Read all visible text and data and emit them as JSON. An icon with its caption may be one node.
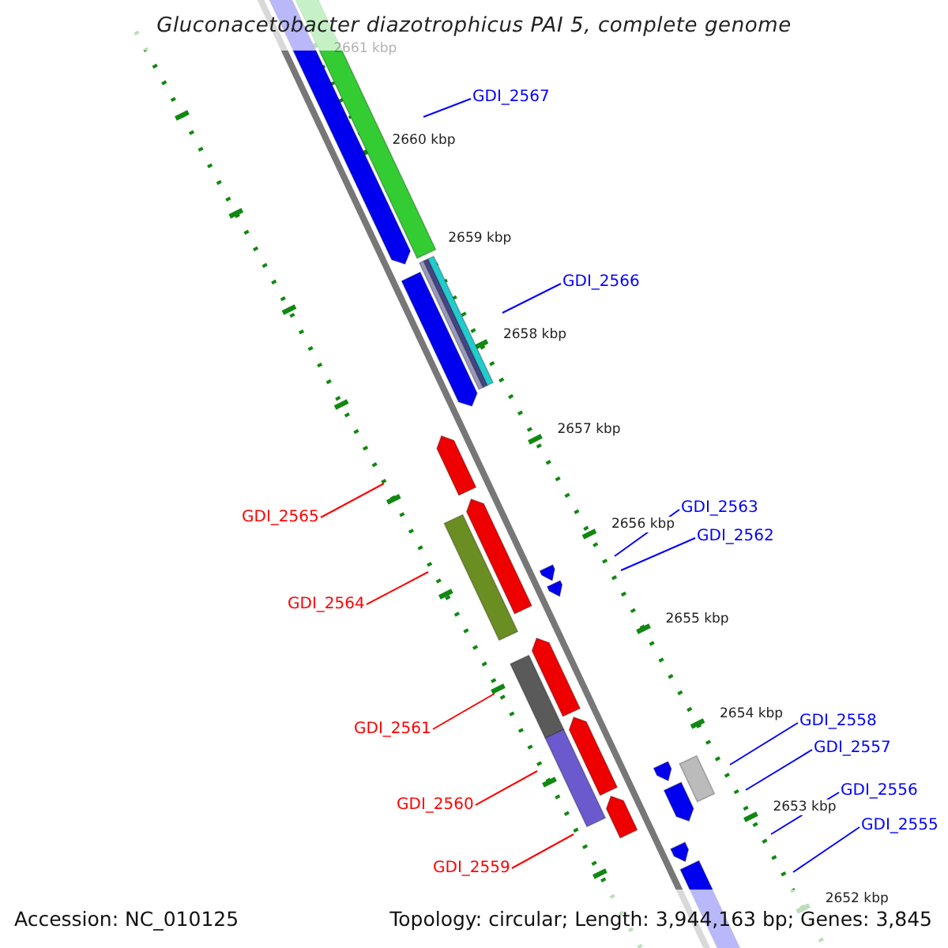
{
  "diagram": {
    "title": "Gluconacetobacter diazotrophicus PAI 5, complete genome",
    "nodes": [
      {
        "text": [
          "GDI_2567"
        ]
      },
      {
        "text": [
          "GDI_2566"
        ]
      },
      {
        "text": [
          "GDI_2565"
        ]
      },
      {
        "text": [
          "GDI_2564"
        ]
      },
      {
        "text": [
          "GDI_2563"
        ]
      },
      {
        "text": [
          "GDI_2562"
        ]
      },
      {
        "text": [
          "GDI_2561"
        ]
      },
      {
        "text": [
          "GDI_2560"
        ]
      },
      {
        "text": [
          "GDI_2559"
        ]
      },
      {
        "text": [
          "GDI_2558"
        ]
      },
      {
        "text": [
          "GDI_2557"
        ]
      },
      {
        "text": [
          "GDI_2556"
        ]
      },
      {
        "text": [
          "GDI_2555"
        ]
      }
    ],
    "edges": [
      {
        "from": 0,
        "to": null,
        "arrow": "none",
        "color": "#0000ff"
      },
      {
        "from": 1,
        "to": null,
        "arrow": "none",
        "color": "#0000ff"
      },
      {
        "from": 2,
        "to": null,
        "arrow": "none",
        "color": "#ff0000"
      },
      {
        "from": 3,
        "to": null,
        "arrow": "none",
        "color": "#ff0000"
      },
      {
        "from": 4,
        "to": null,
        "arrow": "none",
        "color": "#0000ff"
      },
      {
        "from": 5,
        "to": null,
        "arrow": "none",
        "color": "#0000ff"
      },
      {
        "from": 6,
        "to": null,
        "arrow": "none",
        "color": "#ff0000"
      },
      {
        "from": 7,
        "to": null,
        "arrow": "none",
        "color": "#ff0000"
      },
      {
        "from": 8,
        "to": null,
        "arrow": "none",
        "color": "#ff0000"
      },
      {
        "from": 9,
        "to": null,
        "arrow": "none",
        "color": "#0000ff"
      },
      {
        "from": 10,
        "to": null,
        "arrow": "none",
        "color": "#0000ff"
      },
      {
        "from": 11,
        "to": null,
        "arrow": "none",
        "color": "#0000ff"
      },
      {
        "from": 12,
        "to": null,
        "arrow": "none",
        "color": "#0000ff"
      }
    ],
    "labels": [
      "2661 kbp",
      "2660 kbp",
      "2659 kbp",
      "2658 kbp",
      "2657 kbp",
      "2656 kbp",
      "2655 kbp",
      "2654 kbp",
      "2653 kbp",
      "2652 kbp",
      "Accession: NC_010125",
      "Topology: circular; Length: 3,944,163 bp; Genes: 3,845"
    ]
  }
}
